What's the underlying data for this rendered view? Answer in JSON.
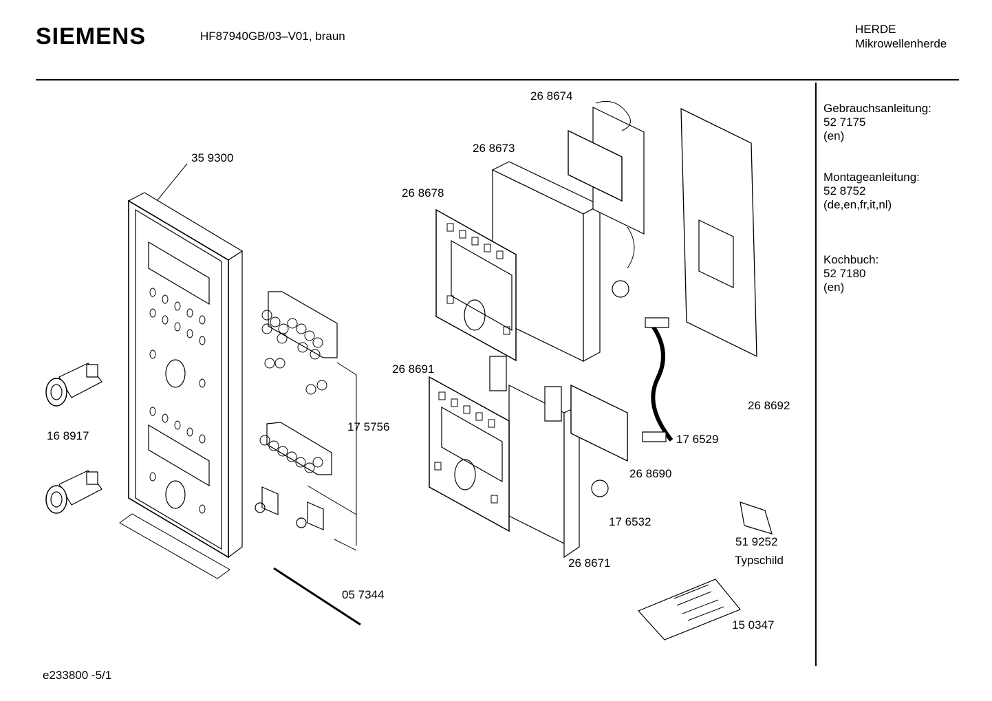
{
  "header": {
    "brand": "SIEMENS",
    "model": "HF87940GB/03–V01, braun",
    "category_line1": "HERDE",
    "category_line2": "Mikrowellenherde"
  },
  "documents": [
    {
      "title": "Gebrauchsanleitung:",
      "number": "52 7175",
      "languages": "(en)"
    },
    {
      "title": "Montageanleitung:",
      "number": "52 8752",
      "languages": "(de,en,fr,it,nl)"
    },
    {
      "title": "Kochbuch:",
      "number": "52 7180",
      "languages": "(en)"
    }
  ],
  "parts": {
    "p359300": "35 9300",
    "p168917": "16 8917",
    "p175756": "17 5756",
    "p057344": "05 7344",
    "p268674": "26 8674",
    "p268673": "26 8673",
    "p268678": "26 8678",
    "p268691": "26 8691",
    "p268692": "26 8692",
    "p176529": "17 6529",
    "p268690": "26 8690",
    "p176532": "17 6532",
    "p268671": "26 8671",
    "p519252": "51 9252",
    "typschild": "Typschild",
    "p150347": "15 0347"
  },
  "footer": {
    "code": "e233800  -5/1"
  }
}
